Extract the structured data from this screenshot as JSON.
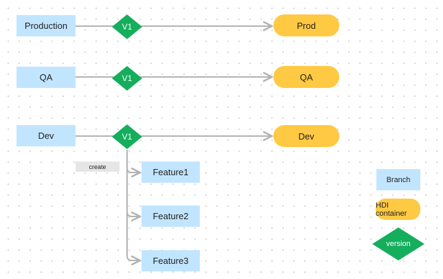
{
  "colors": {
    "branch_fill": "#c2e5ff",
    "hdi_fill": "#ffc943",
    "version_fill": "#14ae5c",
    "connector": "#b3b3b3",
    "tag_fill": "#e6e6e6"
  },
  "rows": [
    {
      "branch": "Production",
      "version": "V1",
      "container": "Prod"
    },
    {
      "branch": "QA",
      "version": "V1",
      "container": "QA"
    },
    {
      "branch": "Dev",
      "version": "V1",
      "container": "Dev"
    }
  ],
  "features": [
    "Feature1",
    "Feature2",
    "Feature3"
  ],
  "create_tag": "create",
  "legend": {
    "branch": "Branch",
    "hdi": "HDI container",
    "version": "version"
  }
}
